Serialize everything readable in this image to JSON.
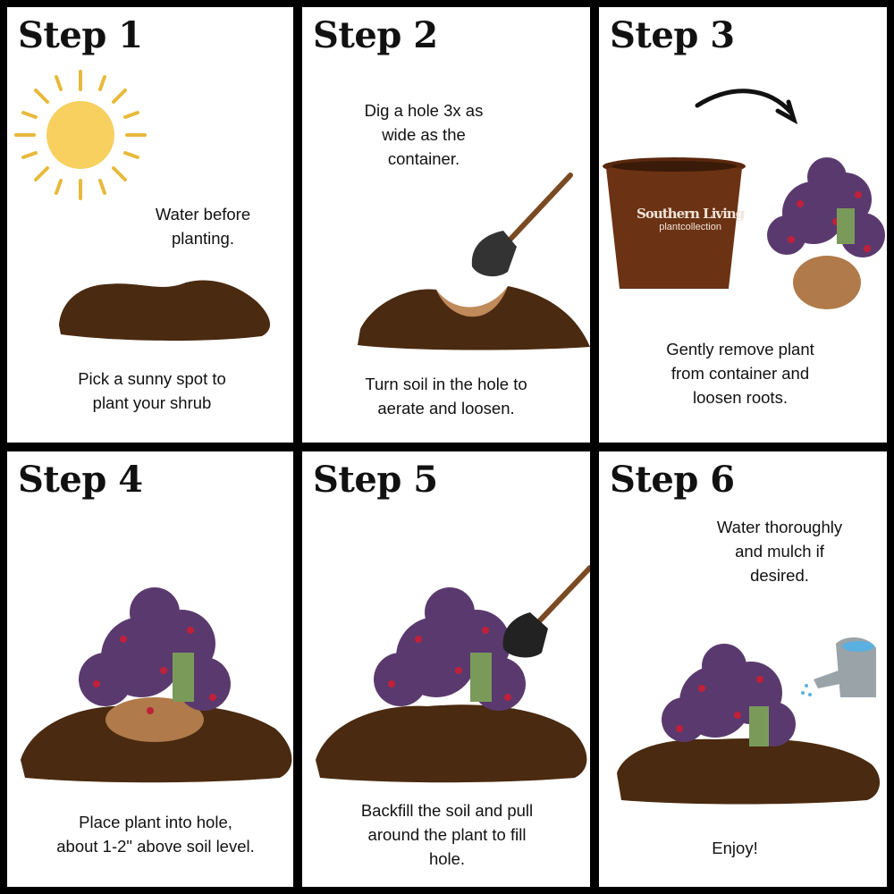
{
  "steps": [
    {
      "title": "Step 1",
      "text_top": "Water before\nplanting.",
      "text_bottom": "Pick a sunny spot to\nplant your shrub"
    },
    {
      "title": "Step 2",
      "text_top": "Dig a hole 3x as\nwide as the\ncontainer.",
      "text_bottom": "Turn soil in the hole to\naerate and loosen."
    },
    {
      "title": "Step 3",
      "text_bottom": "Gently remove plant\nfrom container and\nloosen roots.",
      "pot_logo": {
        "brand": "Southern Living",
        "sub": "plantcollection"
      }
    },
    {
      "title": "Step 4",
      "text_bottom": "Place plant into hole,\nabout 1-2\" above soil level."
    },
    {
      "title": "Step 5",
      "text_bottom": "Backfill the soil and pull\naround the plant to fill\nhole."
    },
    {
      "title": "Step 6",
      "text_top": "Water thoroughly\nand mulch if\ndesired.",
      "text_bottom": "Enjoy!"
    }
  ],
  "colors": {
    "soil": "#4a2a10",
    "sun": "#f7d060",
    "sun_rays": "#e8b93a",
    "pot": "#6b3214",
    "plant": "#5a3a6e",
    "flower": "#c0203a"
  }
}
